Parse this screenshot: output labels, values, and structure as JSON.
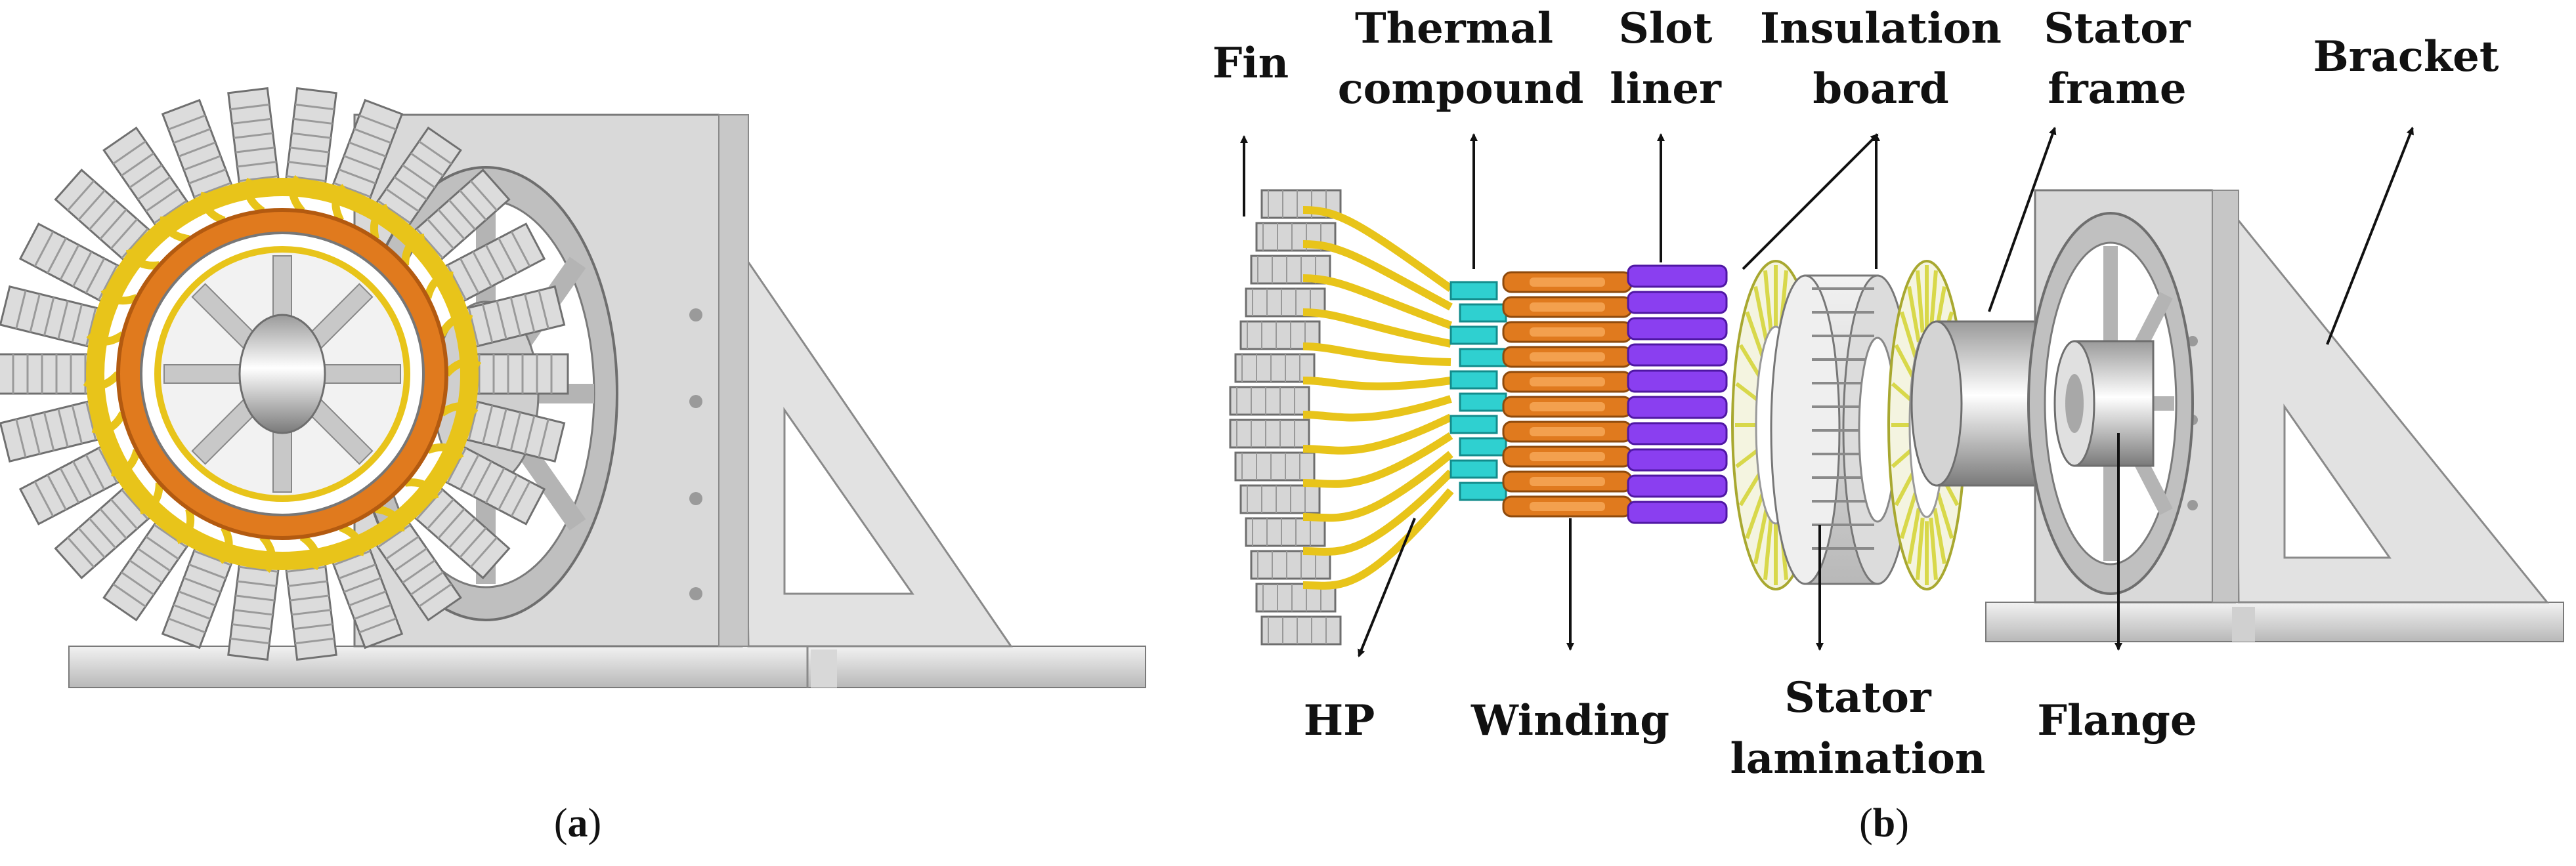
{
  "figure": {
    "panel_a": {
      "caption_open": "(",
      "caption_letter": "a",
      "caption_close": ")"
    },
    "panel_b": {
      "caption_open": "(",
      "caption_letter": "b",
      "caption_close": ")",
      "labels": {
        "fin": "Fin",
        "thermal_compound_1": "Thermal",
        "thermal_compound_2": "compound",
        "slot_liner_1": "Slot",
        "slot_liner_2": "liner",
        "insulation_board_1": "Insulation",
        "insulation_board_2": "board",
        "stator_frame_1": "Stator",
        "stator_frame_2": "frame",
        "bracket": "Bracket",
        "hp": "HP",
        "winding": "Winding",
        "stator_lamination_1": "Stator",
        "stator_lamination_2": "lamination",
        "flange": "Flange"
      }
    }
  },
  "colors": {
    "metal_light": "#e6e6e6",
    "metal_mid": "#c4c4c4",
    "metal_dark": "#8a8a8a",
    "heat_pipe": "#e8c41a",
    "winding": "#e07a1e",
    "slot_liner": "#8a3ff0",
    "thermal_compound": "#2fd0d0",
    "insulation": "#d8d84a"
  }
}
